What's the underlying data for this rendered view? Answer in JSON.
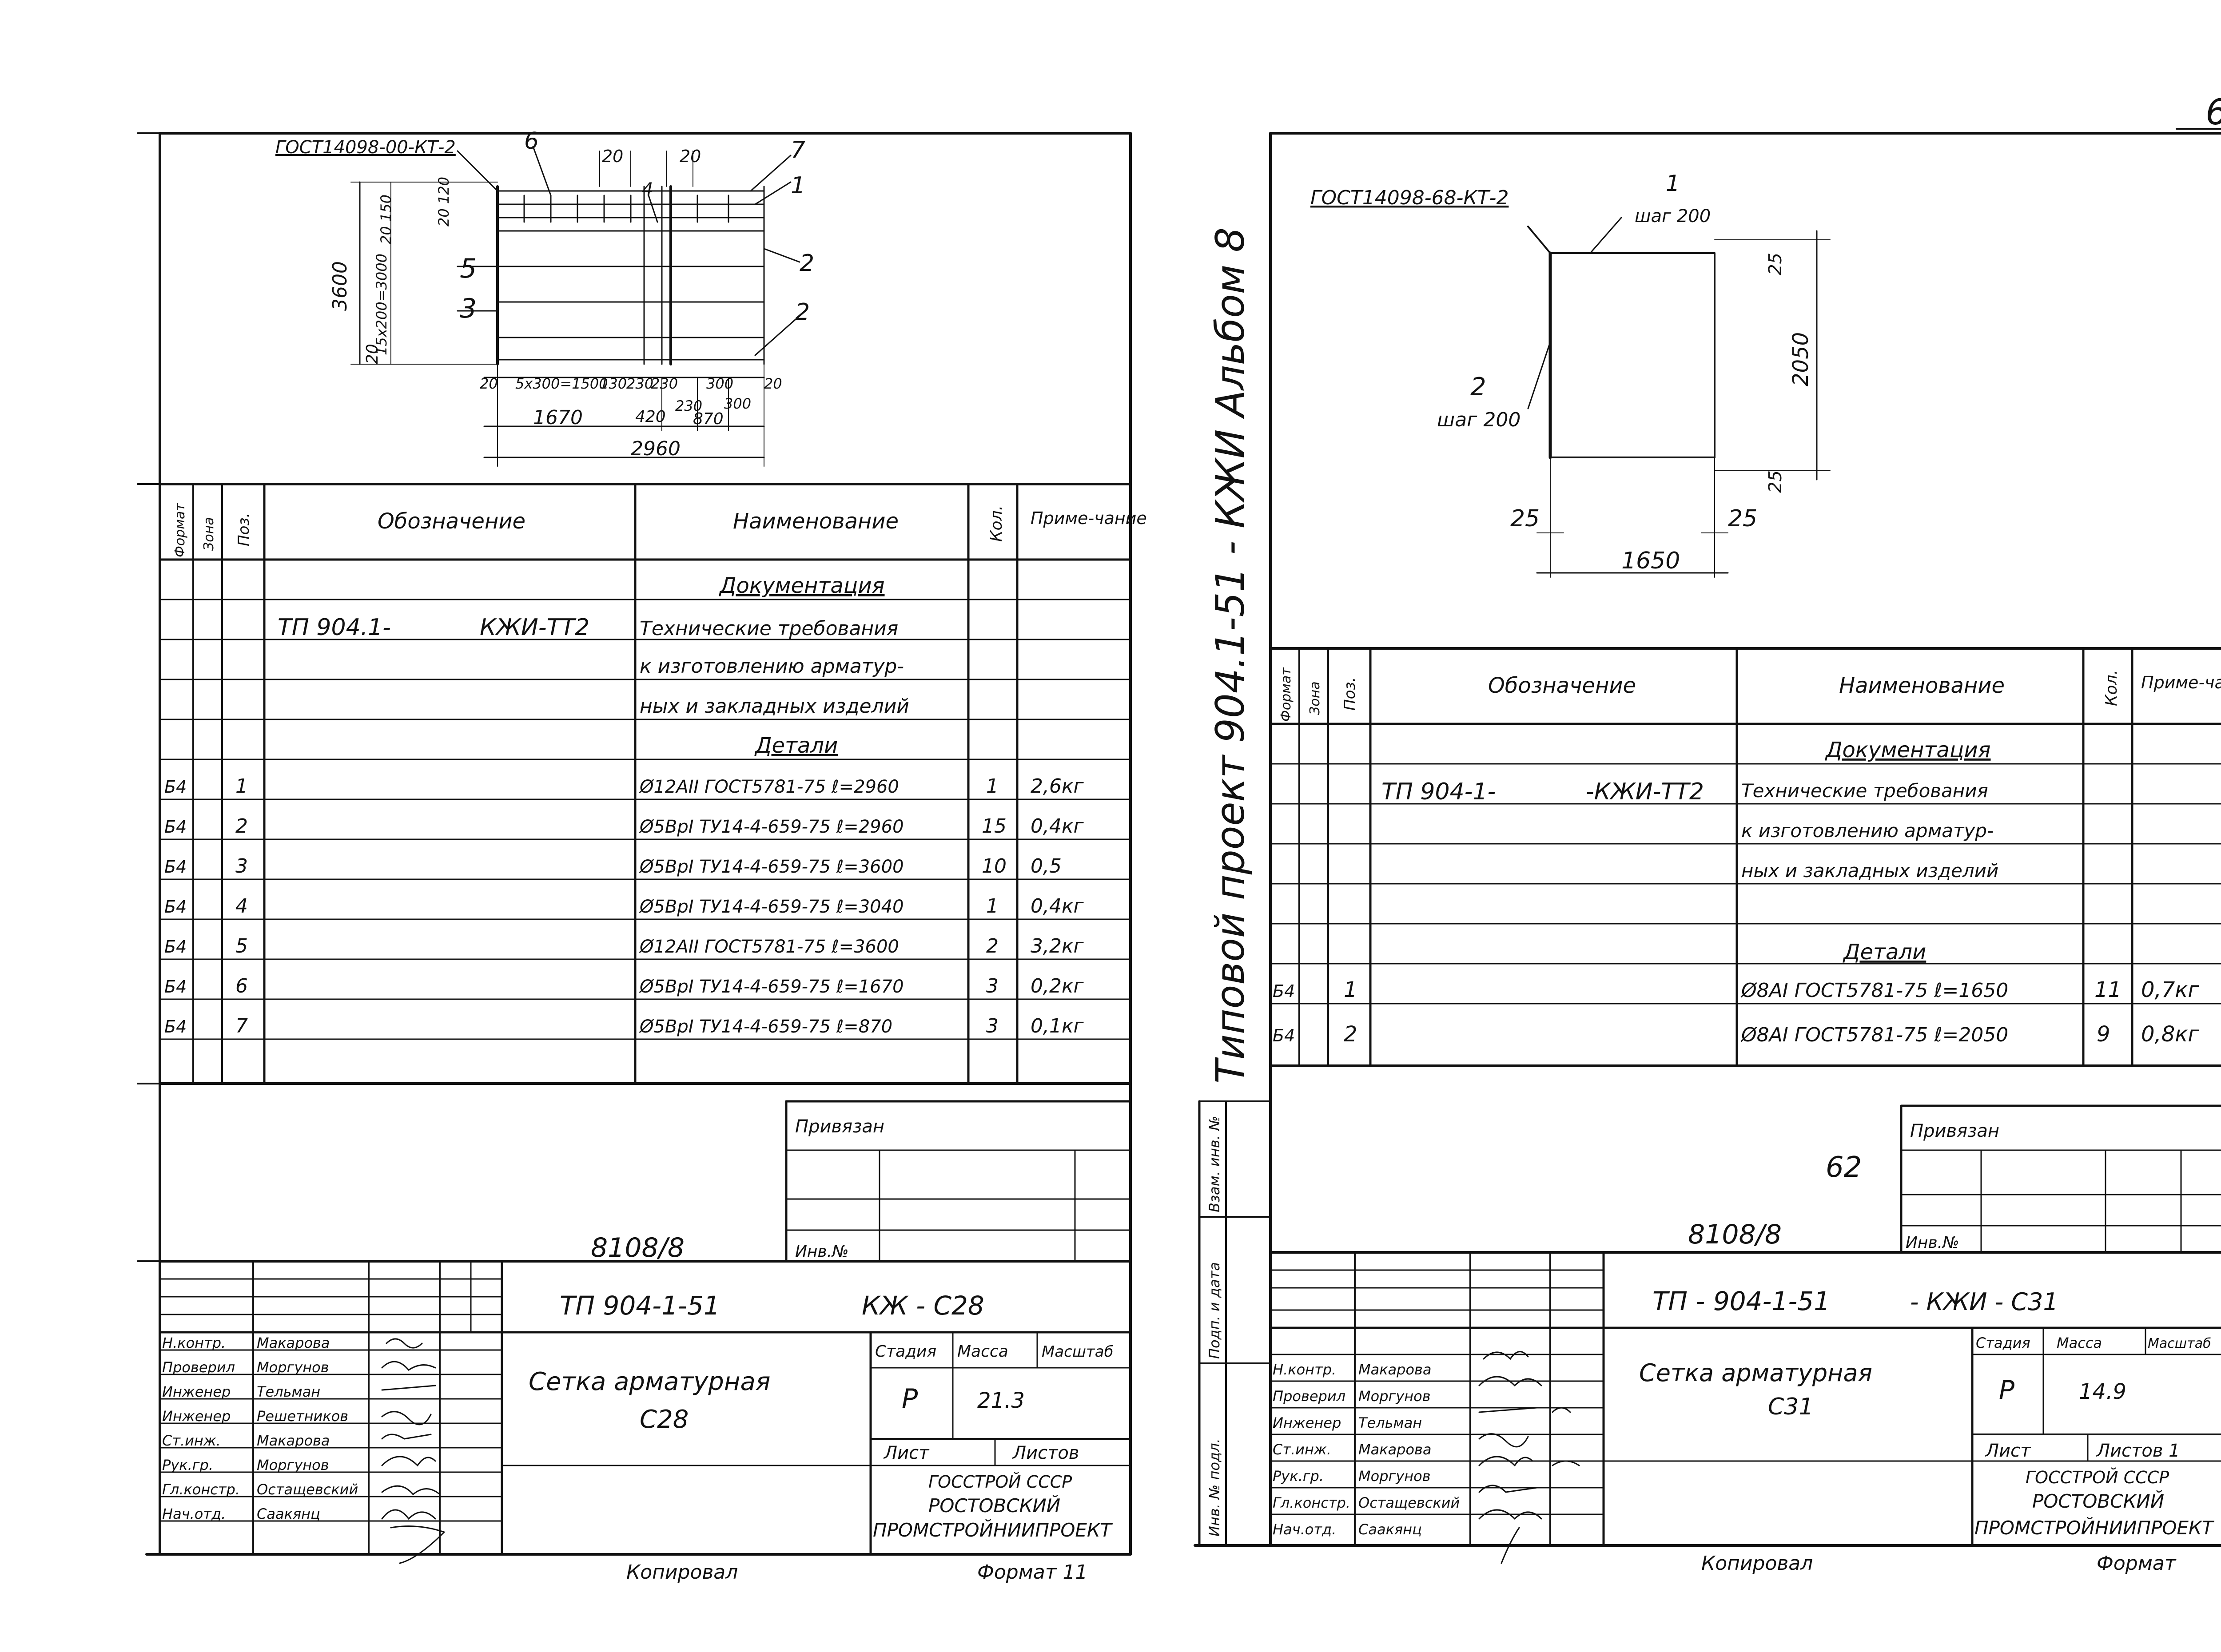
{
  "page_number": "62",
  "left_sheet": {
    "drawing": {
      "gost_label": "ГОСТ14098-00-КТ-2",
      "callouts": [
        "6",
        "7",
        "1",
        "2",
        "5",
        "3",
        "2",
        "4"
      ],
      "dims": {
        "d20a": "20",
        "d20b": "20",
        "h3600": "3600",
        "v_small1": "20 150",
        "v_small2": "20 120",
        "v_step": "15х200=3000",
        "v20": "20",
        "b20l": "20",
        "row1": "5х300=1500",
        "row1b": "130",
        "row1c": "230",
        "row1d": "230",
        "row1e": "300",
        "b20r": "20",
        "d420": "420",
        "d230": "230",
        "d300": "300",
        "d870": "870",
        "d1670": "1670",
        "d2960": "2960"
      }
    },
    "table": {
      "headers": {
        "format": "Формат",
        "zone": "Зона",
        "pos": "Поз.",
        "designation": "Обозначение",
        "name": "Наименование",
        "qty": "Кол.",
        "note": "Приме-чание"
      },
      "section_docs": "Документация",
      "doc_designation_a": "ТП 904.1-",
      "doc_designation_b": "КЖИ-ТТ2",
      "doc_name_lines": [
        "Технические требования",
        "к изготовлению арматур-",
        "ных и закладных изделий"
      ],
      "section_details": "Детали",
      "rows": [
        {
          "fmt": "Б4",
          "pos": "1",
          "name": "Ø12АII ГОСТ5781-75 ℓ=2960",
          "qty": "1",
          "note": "2,6кг"
        },
        {
          "fmt": "Б4",
          "pos": "2",
          "name": "Ø5ВрI ТУ14-4-659-75 ℓ=2960",
          "qty": "15",
          "note": "0,4кг"
        },
        {
          "fmt": "Б4",
          "pos": "3",
          "name": "Ø5ВрI ТУ14-4-659-75 ℓ=3600",
          "qty": "10",
          "note": "0,5"
        },
        {
          "fmt": "Б4",
          "pos": "4",
          "name": "Ø5ВрI ТУ14-4-659-75 ℓ=3040",
          "qty": "1",
          "note": "0,4кг"
        },
        {
          "fmt": "Б4",
          "pos": "5",
          "name": "Ø12АII ГОСТ5781-75 ℓ=3600",
          "qty": "2",
          "note": "3,2кг"
        },
        {
          "fmt": "Б4",
          "pos": "6",
          "name": "Ø5ВрI ТУ14-4-659-75 ℓ=1670",
          "qty": "3",
          "note": "0,2кг"
        },
        {
          "fmt": "Б4",
          "pos": "7",
          "name": "Ø5ВрI ТУ14-4-659-75 ℓ=870",
          "qty": "3",
          "note": "0,1кг"
        }
      ]
    },
    "privyazan": "Привязан",
    "inv_label": "Инв.№",
    "sheet_code": "8108/8",
    "title_block": {
      "project": "ТП 904-1-51",
      "mark": "КЖ - С28",
      "title1": "Сетка арматурная",
      "title2": "С28",
      "stage_h": "Стадия",
      "mass_h": "Масса",
      "scale_h": "Масштаб",
      "stage": "Р",
      "mass": "21.3",
      "sheet_h": "Лист",
      "sheets_h": "Листов",
      "org1": "ГОССТРОЙ СССР",
      "org2": "РОСТОВСКИЙ",
      "org3": "ПРОМСТРОЙНИИПРОЕКТ",
      "roles": [
        "Н.контр.",
        "Проверил",
        "Инженер",
        "Инженер",
        "Ст.инж.",
        "Рук.гр.",
        "Гл.констр.",
        "Нач.отд."
      ],
      "people": [
        "Макарова",
        "Моргунов",
        "Тельман",
        "Решетников",
        "Макарова",
        "Моргунов",
        "Остащевский",
        "Саакянц"
      ]
    },
    "copied": "Копировал",
    "format": "Формат 11"
  },
  "right_sheet": {
    "drawing": {
      "gost_label": "ГОСТ14098-68-КТ-2",
      "call1": "1",
      "step1": "шаг 200",
      "call2": "2",
      "step2": "шаг 200",
      "d25a": "25",
      "d2050": "2050",
      "d25b": "25",
      "d25c": "25",
      "d25d": "25",
      "d1650": "1650"
    },
    "table": {
      "headers": {
        "format": "Формат",
        "zone": "Зона",
        "pos": "Поз.",
        "designation": "Обозначение",
        "name": "Наименование",
        "qty": "Кол.",
        "note": "Приме-чание"
      },
      "section_docs": "Документация",
      "doc_designation_a": "ТП 904-1-",
      "doc_designation_b": "-КЖИ-ТТ2",
      "doc_name_lines": [
        "Технические требования",
        "к изготовлению арматур-",
        "ных и закладных изделий"
      ],
      "section_details": "Детали",
      "rows": [
        {
          "fmt": "Б4",
          "pos": "1",
          "name": "Ø8АI ГОСТ5781-75 ℓ=1650",
          "qty": "11",
          "note": "0,7кг"
        },
        {
          "fmt": "Б4",
          "pos": "2",
          "name": "Ø8АI ГОСТ5781-75 ℓ=2050",
          "qty": "9",
          "note": "0,8кг"
        }
      ]
    },
    "privyazan": "Привязан",
    "page_mark": "62",
    "inv_label": "Инв.№",
    "sheet_code": "8108/8",
    "vertical_title": "Типовой проект 904.1-51 - КЖИ Альбом 8",
    "side_labels": [
      "Инв. № подл.",
      "Подп. и дата",
      "Взам. инв. №"
    ],
    "title_block": {
      "project": "ТП - 904-1-51",
      "mark": "- КЖИ - С31",
      "title1": "Сетка арматурная",
      "title2": "С31",
      "stage_h": "Стадия",
      "mass_h": "Масса",
      "scale_h": "Масштаб",
      "stage": "Р",
      "mass": "14.9",
      "sheet_h": "Лист",
      "sheets_h": "Листов 1",
      "org1": "ГОССТРОЙ СССР",
      "org2": "РОСТОВСКИЙ",
      "org3": "ПРОМСТРОЙНИИПРОЕКТ",
      "roles": [
        "Н.контр.",
        "Проверил",
        "Инженер",
        "Ст.инж.",
        "Рук.гр.",
        "Гл.констр.",
        "Нач.отд."
      ],
      "people": [
        "Макарова",
        "Моргунов",
        "Тельман",
        "Макарова",
        "Моргунов",
        "Остащевский",
        "Саакянц"
      ]
    },
    "copied": "Копировал",
    "format": "Формат"
  }
}
